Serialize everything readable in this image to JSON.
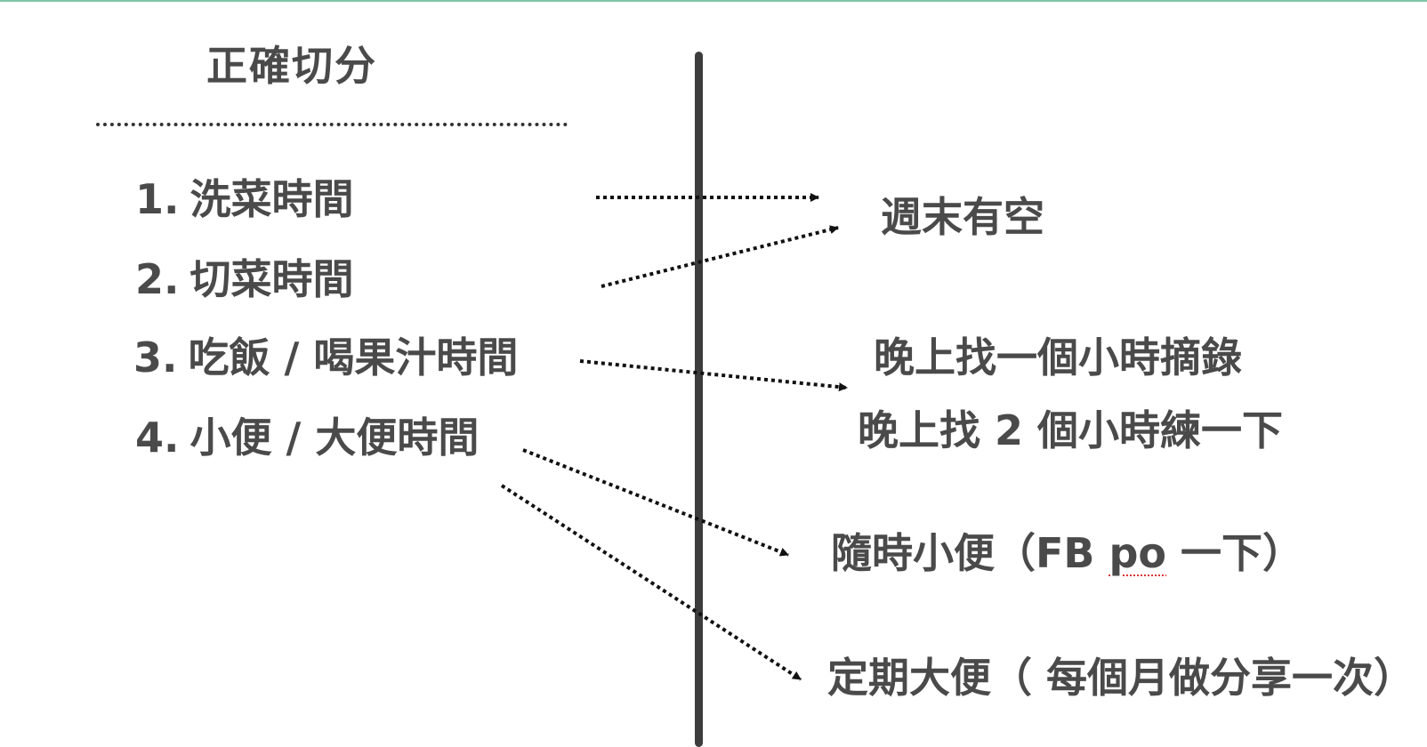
{
  "heading": "正確切分",
  "items": [
    {
      "num": "1.",
      "text": "洗菜時間"
    },
    {
      "num": "2.",
      "text": "切菜時間"
    },
    {
      "num": "3.",
      "text": "吃飯 / 喝果汁時間"
    },
    {
      "num": "4.",
      "text": "小便 / 大便時間"
    }
  ],
  "targets": {
    "weekend": "週末有空",
    "evening_one_hour": "晚上找一個小時摘錄",
    "evening_two_hours": "晚上找 2 個小時練一下",
    "anytime_pre": "隨時小便（FB ",
    "anytime_po": "po",
    "anytime_post": " 一下）",
    "regular": "定期大便（ 每個月做分享一次）"
  }
}
